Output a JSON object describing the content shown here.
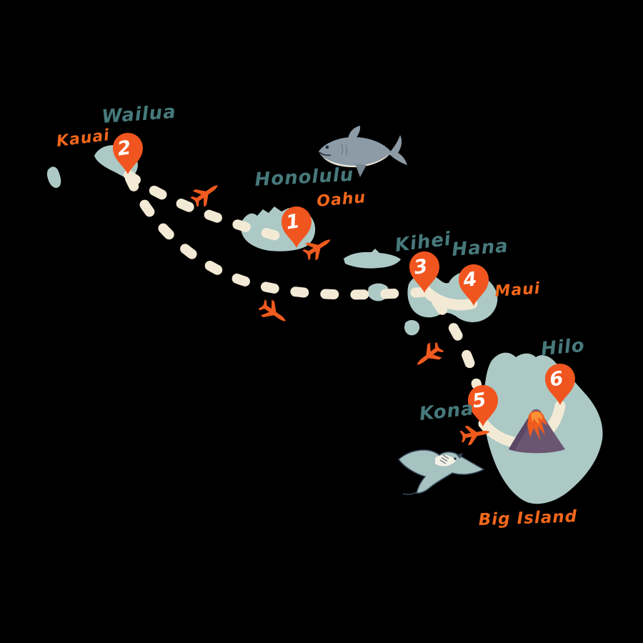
{
  "pins": [
    {
      "number": "1",
      "city": "Honolulu",
      "island": "Oahu"
    },
    {
      "number": "2",
      "city": "Wailua",
      "island": "Kauai"
    },
    {
      "number": "3",
      "city": "Kihei",
      "island": "Maui"
    },
    {
      "number": "4",
      "city": "Hana",
      "island": "Maui"
    },
    {
      "number": "5",
      "city": "Kona",
      "island": "Big Island"
    },
    {
      "number": "6",
      "city": "Hilo",
      "island": "Big Island"
    }
  ],
  "island_labels": [
    {
      "name": "Kauai"
    },
    {
      "name": "Oahu"
    },
    {
      "name": "Maui"
    },
    {
      "name": "Big Island"
    }
  ],
  "routes": [
    {
      "from": "Wailua",
      "to": "Honolulu",
      "style": "dashed"
    },
    {
      "from": "Wailua",
      "to": "Kihei",
      "style": "dashed"
    },
    {
      "from": "Kihei",
      "to": "Hana",
      "style": "solid"
    },
    {
      "from": "Maui",
      "to": "Kona",
      "style": "dashed"
    },
    {
      "from": "Kona",
      "to": "Hilo",
      "style": "solid"
    }
  ],
  "icons": {
    "airplane": "airplane-icon",
    "shark": "shark-icon",
    "manta_ray": "manta-ray-icon",
    "volcano": "volcano-icon"
  },
  "colors": {
    "background": "#000000",
    "land": "#ACC9C5",
    "route": "#F3EAD6",
    "pin": "#F1551F",
    "pin_number": "#FFFFFF",
    "city_label": "#47797B",
    "island_label": "#F2671B",
    "airplane": "#F05A1E"
  }
}
